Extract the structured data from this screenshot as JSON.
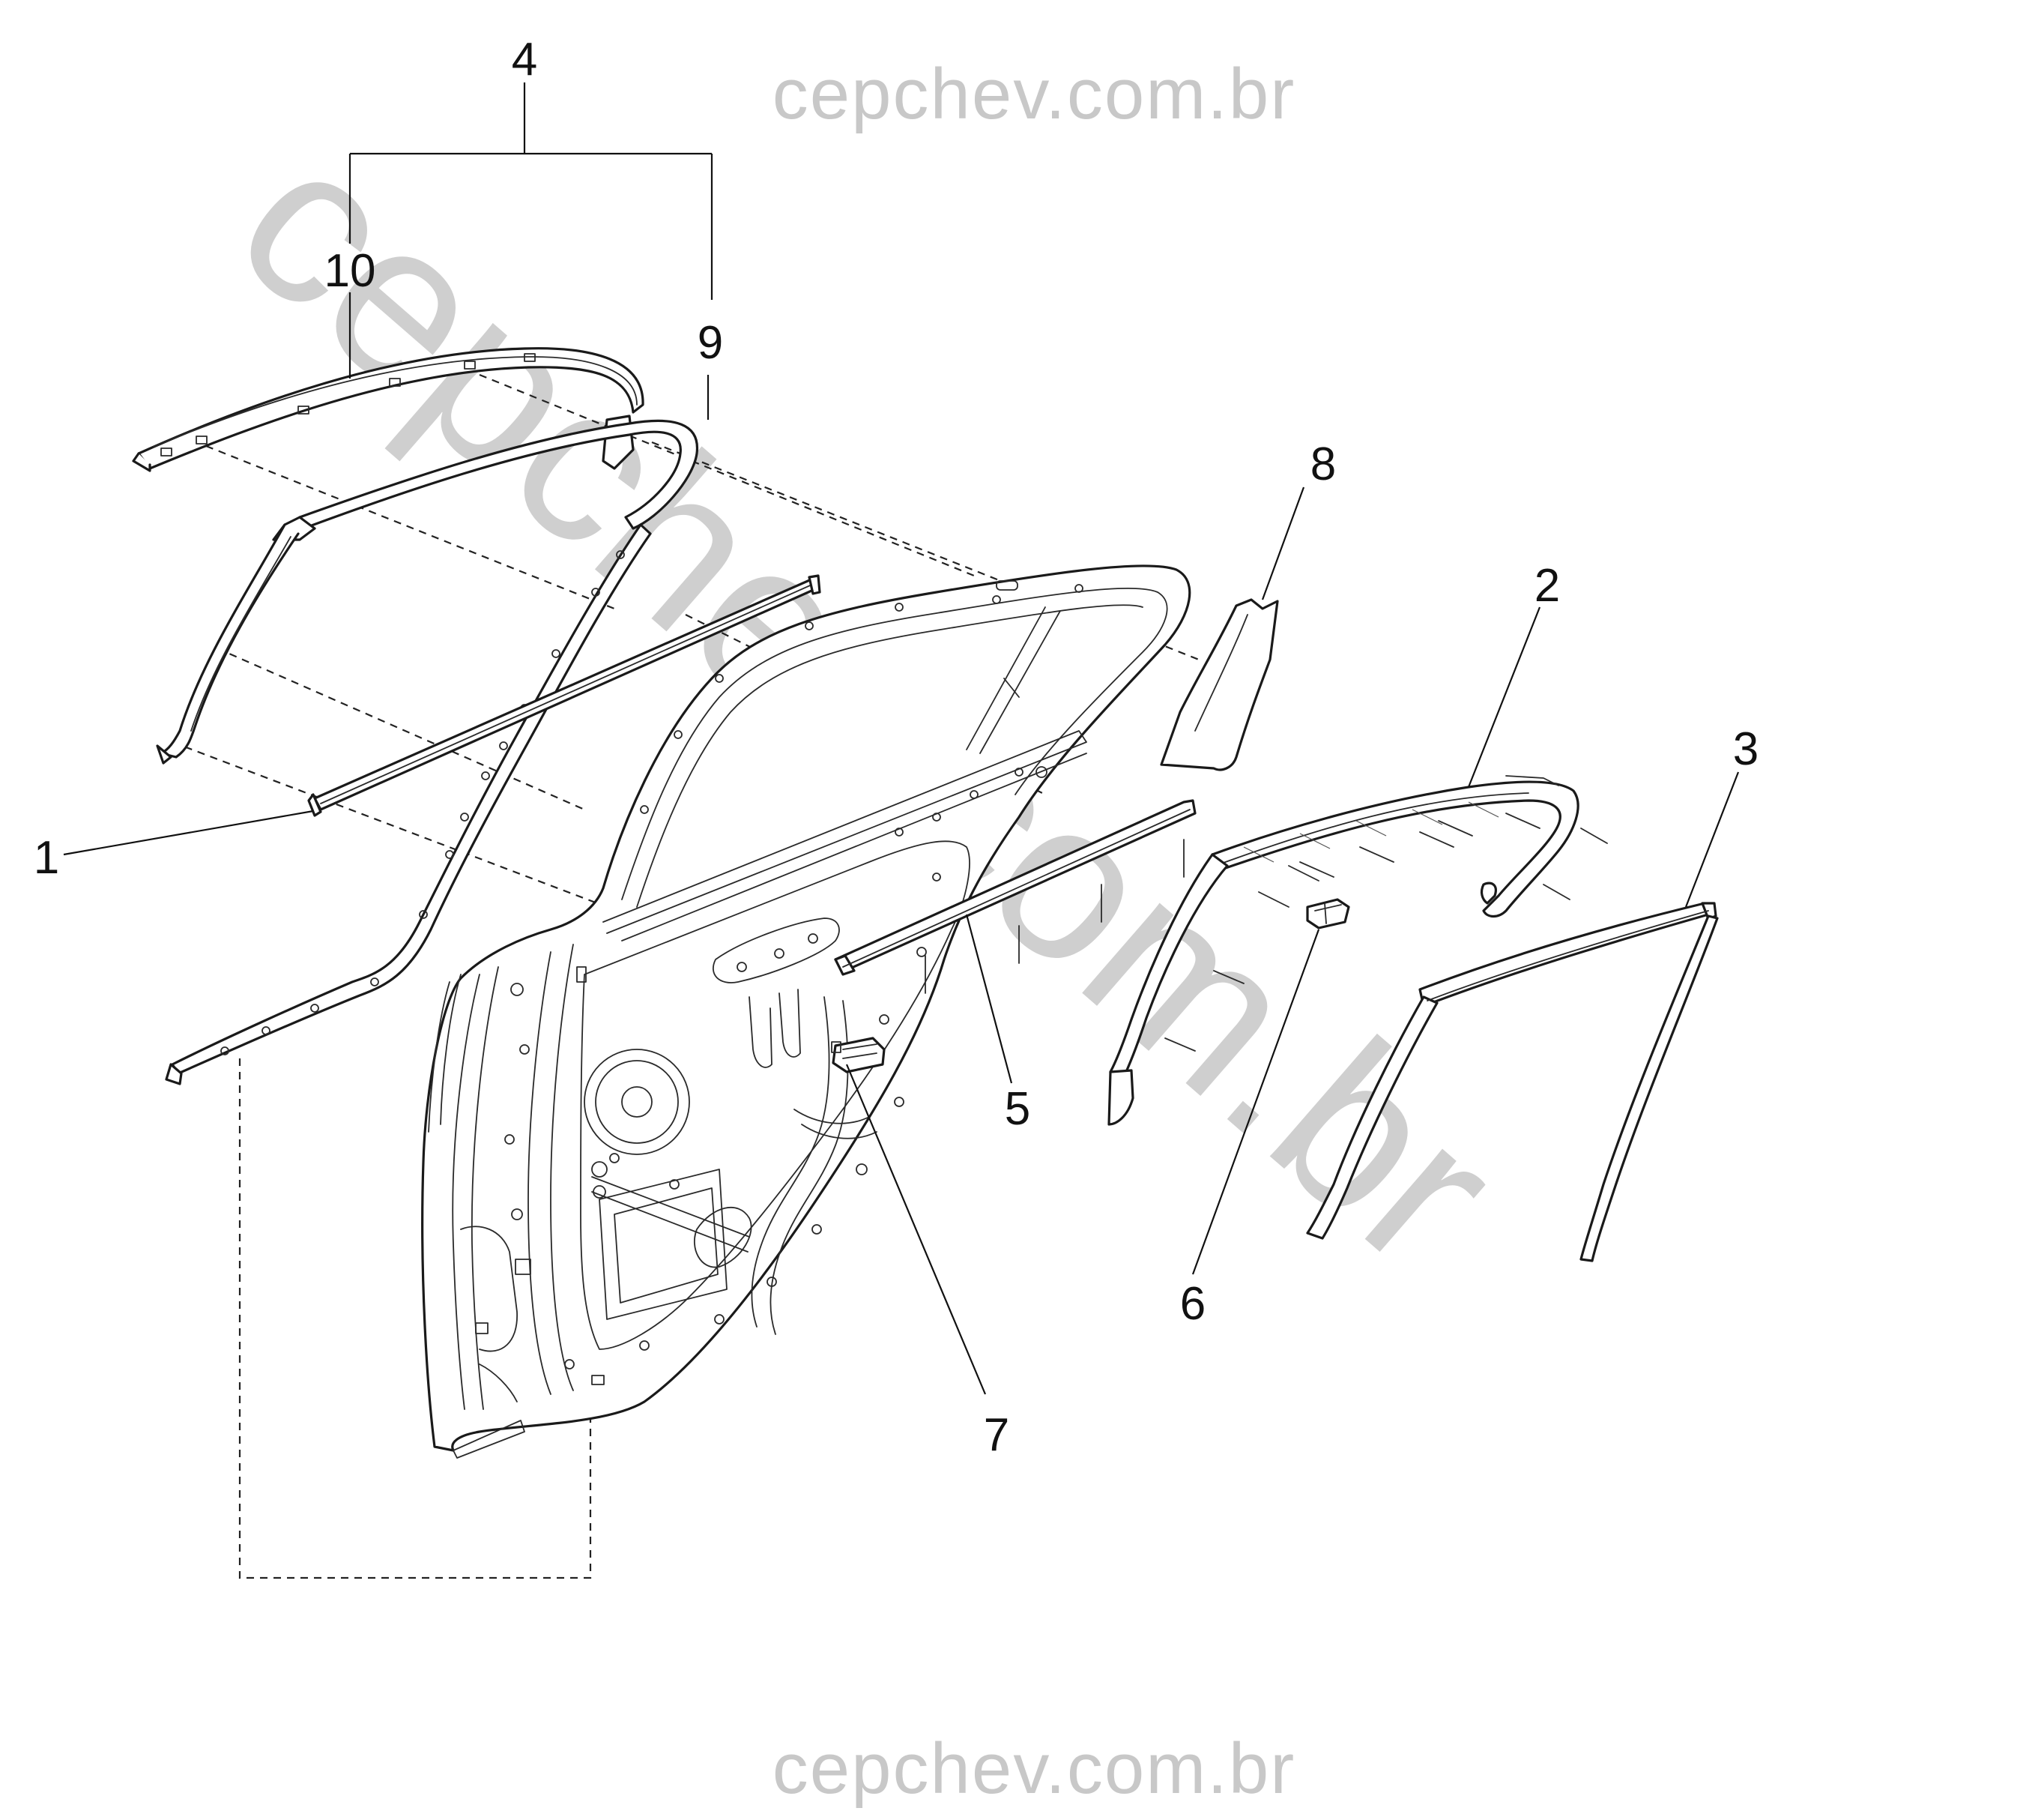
{
  "watermark": {
    "top": "cepchev.com.br",
    "bottom": "cepchev.com.br",
    "diagonal": "cepchev.com.br"
  },
  "callouts": {
    "c1": "1",
    "c2": "2",
    "c3": "3",
    "c4": "4",
    "c5": "5",
    "c6": "6",
    "c7": "7",
    "c8": "8",
    "c9": "9",
    "c10": "10"
  }
}
